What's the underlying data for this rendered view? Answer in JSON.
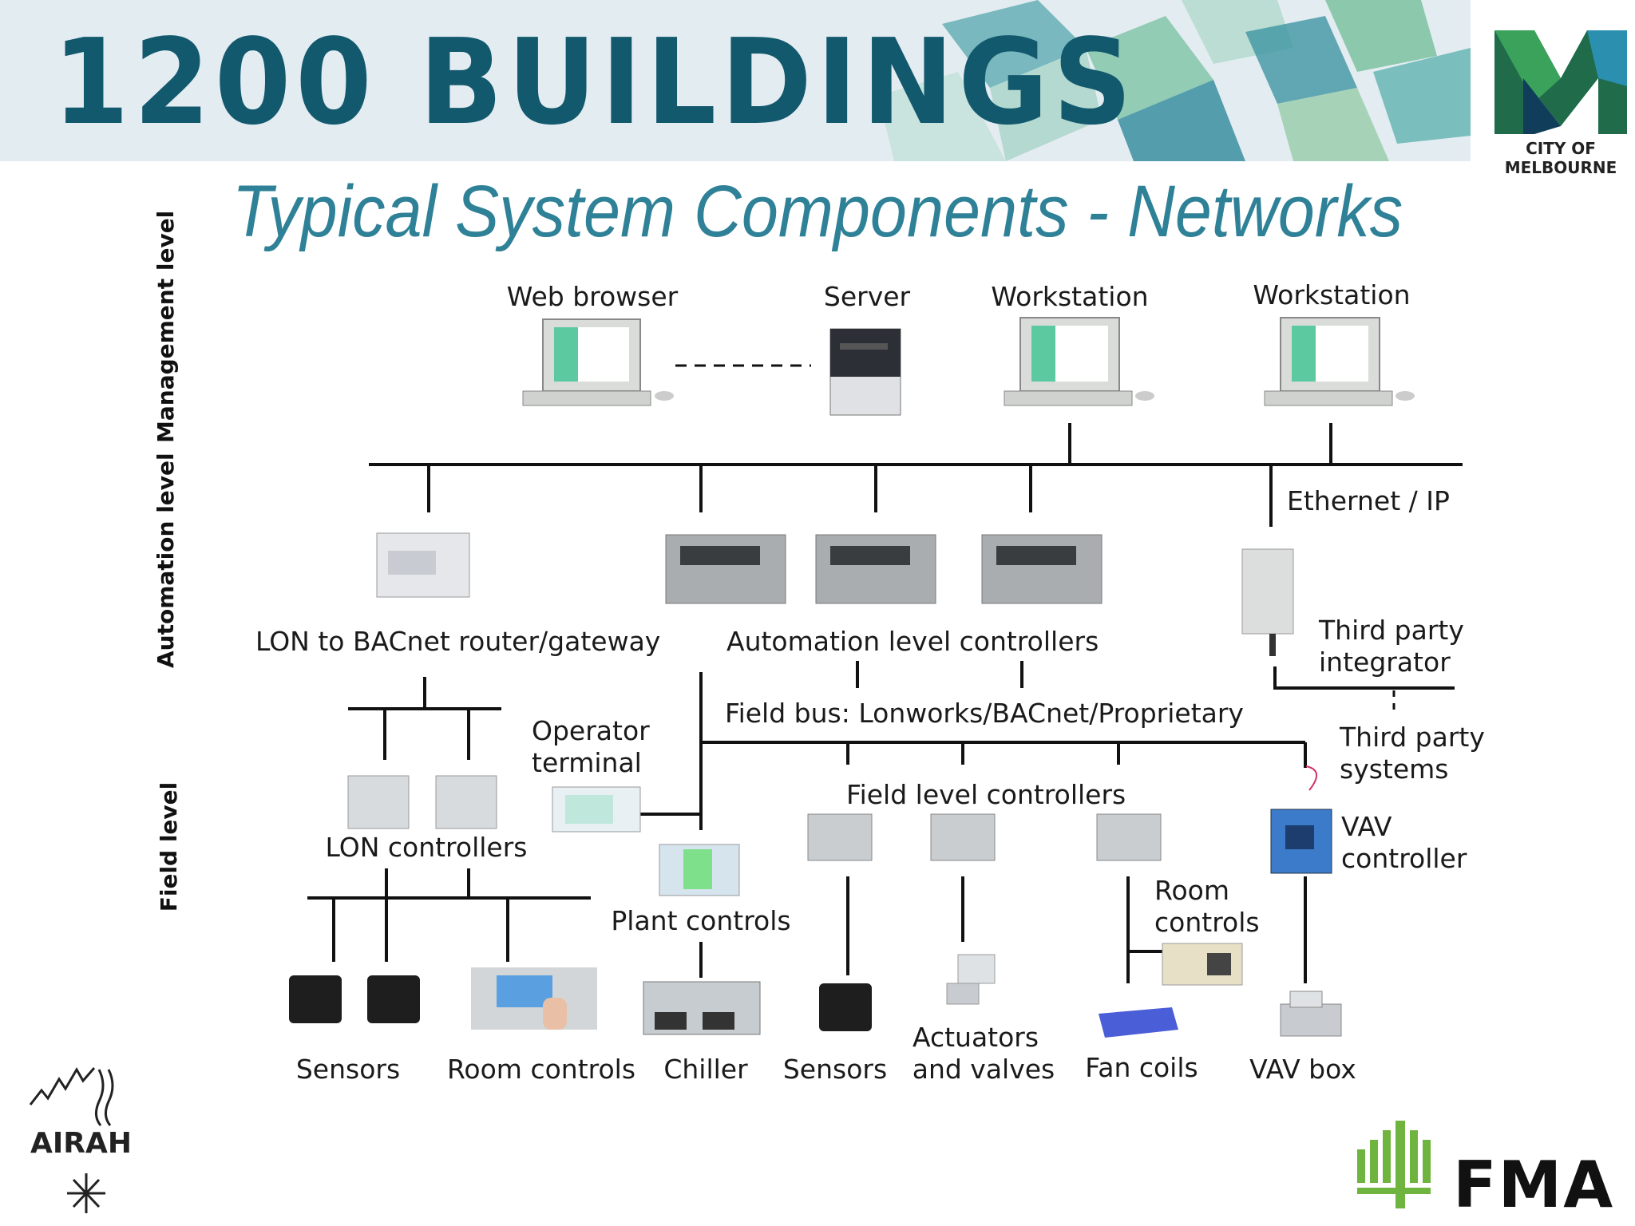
{
  "banner": {
    "title": "1200 BUILDINGS"
  },
  "logos": {
    "melbourne": "CITY OF MELBOURNE",
    "airah": "AIRAH",
    "fma": "FMA"
  },
  "page_title": "Typical System Components - Networks",
  "levels": {
    "management": "Management level",
    "automation": "Automation level",
    "field": "Field level"
  },
  "management": {
    "web_browser": "Web browser",
    "server": "Server",
    "workstation_1": "Workstation",
    "workstation_2": "Workstation"
  },
  "network": {
    "ethernet": "Ethernet / IP",
    "field_bus": "Field bus: Lonworks/BACnet/Proprietary"
  },
  "automation": {
    "gateway": "LON to BACnet router/gateway",
    "controllers": "Automation level controllers",
    "integrator_l1": "Third party",
    "integrator_l2": "integrator"
  },
  "field": {
    "operator_l1": "Operator",
    "operator_l2": "terminal",
    "lon_controllers": "LON controllers",
    "field_controllers": "Field level controllers",
    "third_party_l1": "Third party",
    "third_party_l2": "systems",
    "vav_l1": "VAV",
    "vav_l2": "controller",
    "plant_controls": "Plant controls",
    "room_controls_l1": "Room",
    "room_controls_l2": "controls"
  },
  "devices": {
    "sensors_1": "Sensors",
    "room_controls": "Room controls",
    "chiller": "Chiller",
    "sensors_2": "Sensors",
    "actuators_l1": "Actuators",
    "actuators_l2": "and valves",
    "fan_coils": "Fan coils",
    "vav_box": "VAV box"
  },
  "colors": {
    "banner_bg": "#e3ecf1",
    "brand_blue": "#13596e",
    "title_teal": "#2f8197",
    "line": "#111111",
    "fma_green": "#6fb43f"
  }
}
